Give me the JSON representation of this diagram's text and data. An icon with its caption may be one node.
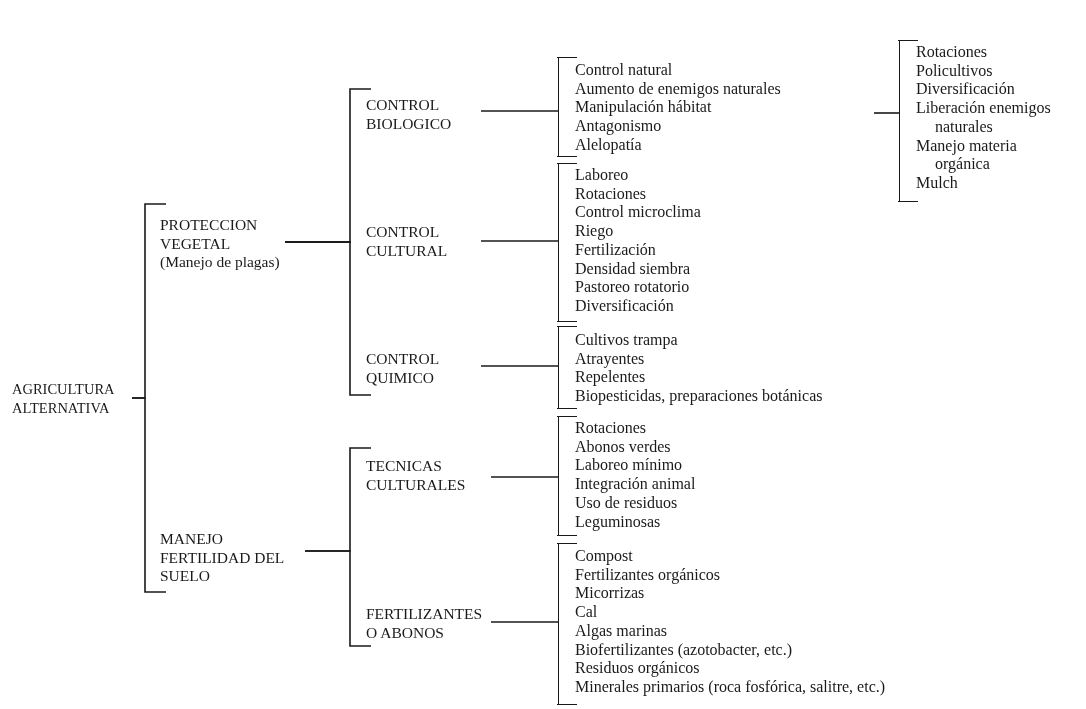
{
  "diagram": {
    "nodes": [
      {
        "text": [
          "AGRICULTURA ALTERNATIVA"
        ]
      },
      {
        "text": [
          "PROTECCION VEGETAL",
          "(Manejo de plagas)"
        ]
      },
      {
        "text": [
          "CONTROL BIOLOGICO"
        ]
      },
      {
        "text": [
          "Control natural",
          "Aumento de enemigos naturales",
          "Manipulación hábitat",
          "Antagonismo",
          "Alelopatía"
        ]
      },
      {
        "text": [
          "Rotaciones",
          "Policultivos",
          "Diversificación",
          "Liberación enemigos naturales",
          "Manejo materia orgánica",
          "Mulch"
        ]
      },
      {
        "text": [
          "CONTROL CULTURAL"
        ]
      },
      {
        "text": [
          "Laboreo",
          "Rotaciones",
          "Control microclima",
          "Riego",
          "Fertilización",
          "Densidad siembra",
          "Pastoreo rotatorio",
          "Diversificación"
        ]
      },
      {
        "text": [
          "CONTROL QUIMICO"
        ]
      },
      {
        "text": [
          "Cultivos trampa",
          "Atrayentes",
          "Repelentes",
          "Biopesticidas, preparaciones botánicas"
        ]
      },
      {
        "text": [
          "MANEJO FERTILIDAD DEL SUELO"
        ]
      },
      {
        "text": [
          "TECNICAS CULTURALES"
        ]
      },
      {
        "text": [
          "Rotaciones",
          "Abonos verdes",
          "Laboreo mínimo",
          "Integración animal",
          "Uso de residuos",
          "Leguminosas"
        ]
      },
      {
        "text": [
          "FERTILIZANTES O ABONOS"
        ]
      },
      {
        "text": [
          "Compost",
          "Fertilizantes orgánicos",
          "Micorrizas",
          "Cal",
          "Algas marinas",
          "Biofertilizantes (azotobacter, etc.)",
          "Residuos orgánicos",
          "Minerales primarios (roca fosfórica, salitre, etc.)"
        ]
      }
    ],
    "edges": [
      {
        "from": 0,
        "to": 1,
        "arrow": "none"
      },
      {
        "from": 0,
        "to": 9,
        "arrow": "none"
      },
      {
        "from": 1,
        "to": 2,
        "arrow": "none"
      },
      {
        "from": 1,
        "to": 5,
        "arrow": "none"
      },
      {
        "from": 1,
        "to": 7,
        "arrow": "none"
      },
      {
        "from": 2,
        "to": 3,
        "arrow": "none"
      },
      {
        "from": null,
        "to": 4,
        "arrow": "none"
      },
      {
        "from": 5,
        "to": 6,
        "arrow": "none"
      },
      {
        "from": 7,
        "to": 8,
        "arrow": "none"
      },
      {
        "from": 9,
        "to": 10,
        "arrow": "none"
      },
      {
        "from": 9,
        "to": 12,
        "arrow": "none"
      },
      {
        "from": 10,
        "to": 11,
        "arrow": "none"
      },
      {
        "from": 12,
        "to": 13,
        "arrow": "none"
      }
    ]
  }
}
